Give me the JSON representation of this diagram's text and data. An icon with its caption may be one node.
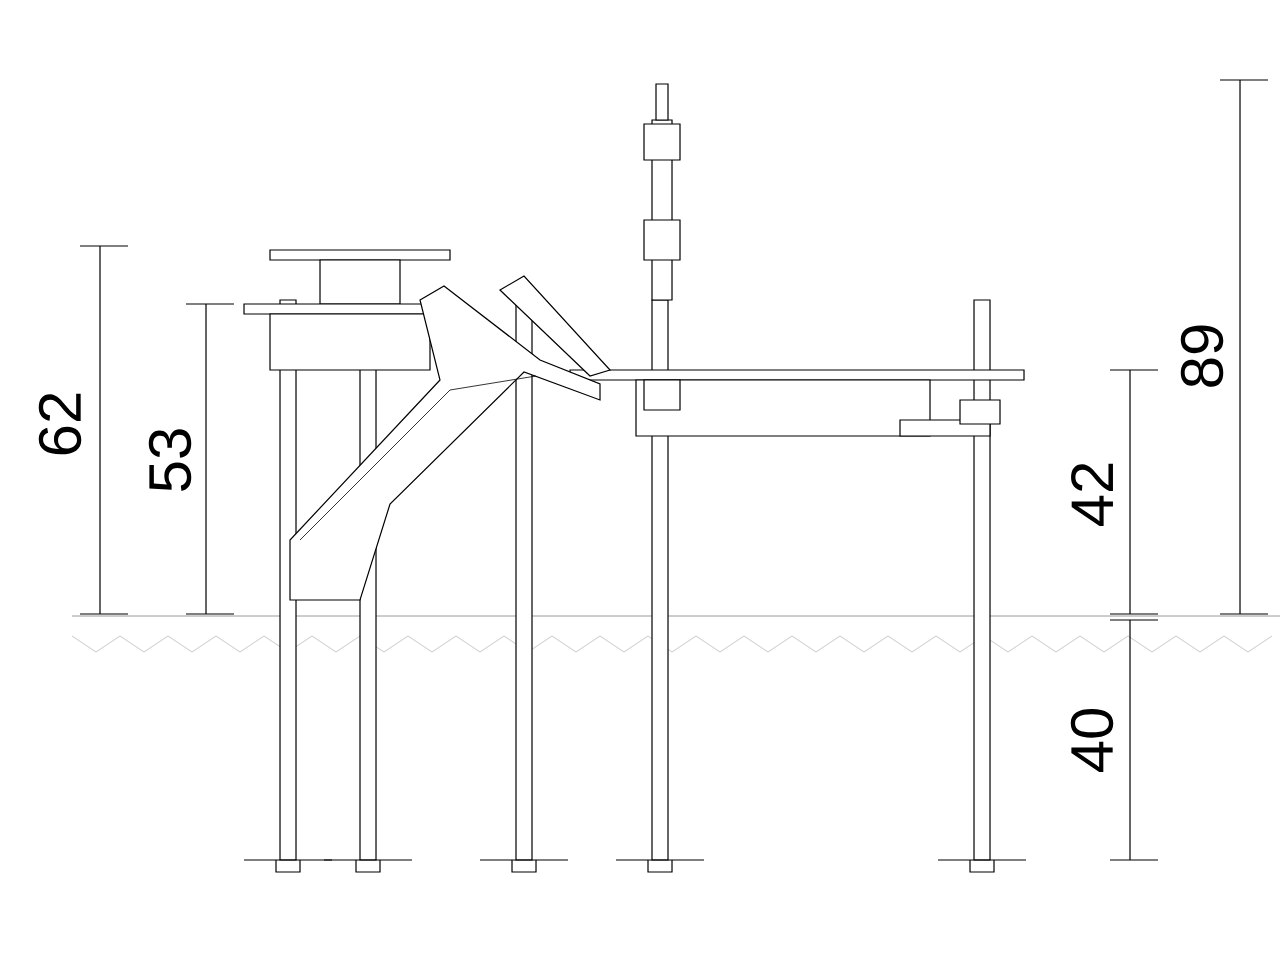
{
  "diagram": {
    "labels": [
      "62",
      "53",
      "42",
      "89",
      "40"
    ]
  }
}
